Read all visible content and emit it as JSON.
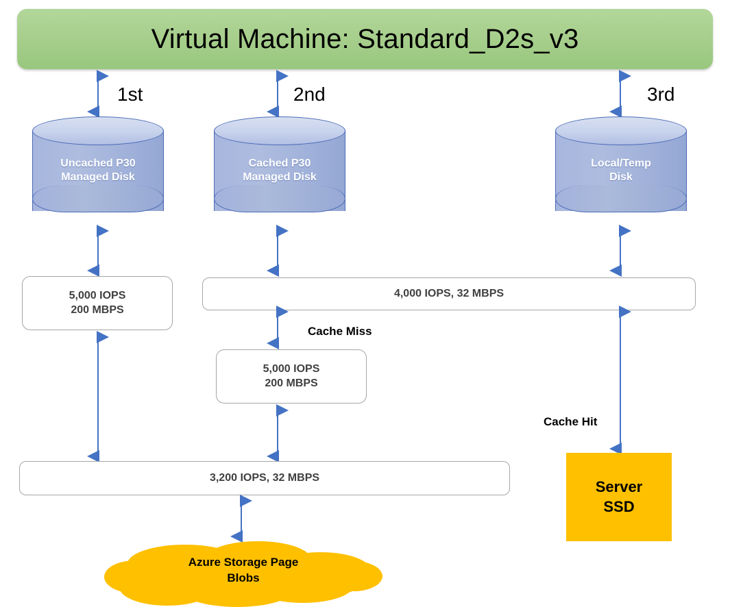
{
  "diagram": {
    "title": "Virtual Machine: Standard_D2s_v3",
    "colors": {
      "vm_green": "#A9D18E",
      "disk_blue": "#A7B6DE",
      "accent_orange": "#FFC000",
      "arrow_blue": "#4472C4",
      "box_border_gray": "#A6A6A6"
    }
  },
  "vm": {
    "title": "Virtual Machine: Standard_D2s_v3"
  },
  "ordinals": [
    {
      "label": "1st"
    },
    {
      "label": "2nd"
    },
    {
      "label": "3rd"
    }
  ],
  "disks": [
    {
      "line1": "Uncached P30",
      "line2": "Managed Disk"
    },
    {
      "line1": "Cached P30",
      "line2": "Managed Disk"
    },
    {
      "line1": "Local/Temp",
      "line2": "Disk"
    }
  ],
  "metrics": {
    "uncached_disk_limit": {
      "line1": "5,000 IOPS",
      "line2": "200 MBPS"
    },
    "vm_cached_limit": {
      "line1": "4,000 IOPS, 32 MBPS"
    },
    "cached_disk_limit": {
      "line1": "5,000 IOPS",
      "line2": "200 MBPS"
    },
    "vm_uncached_limit": {
      "line1": "3,200 IOPS, 32 MBPS"
    }
  },
  "annotations": {
    "cache_miss": "Cache Miss",
    "cache_hit": "Cache Hit"
  },
  "ssd": {
    "line1": "Server",
    "line2": "SSD"
  },
  "cloud": {
    "line1": "Azure Storage Page",
    "line2": "Blobs"
  }
}
